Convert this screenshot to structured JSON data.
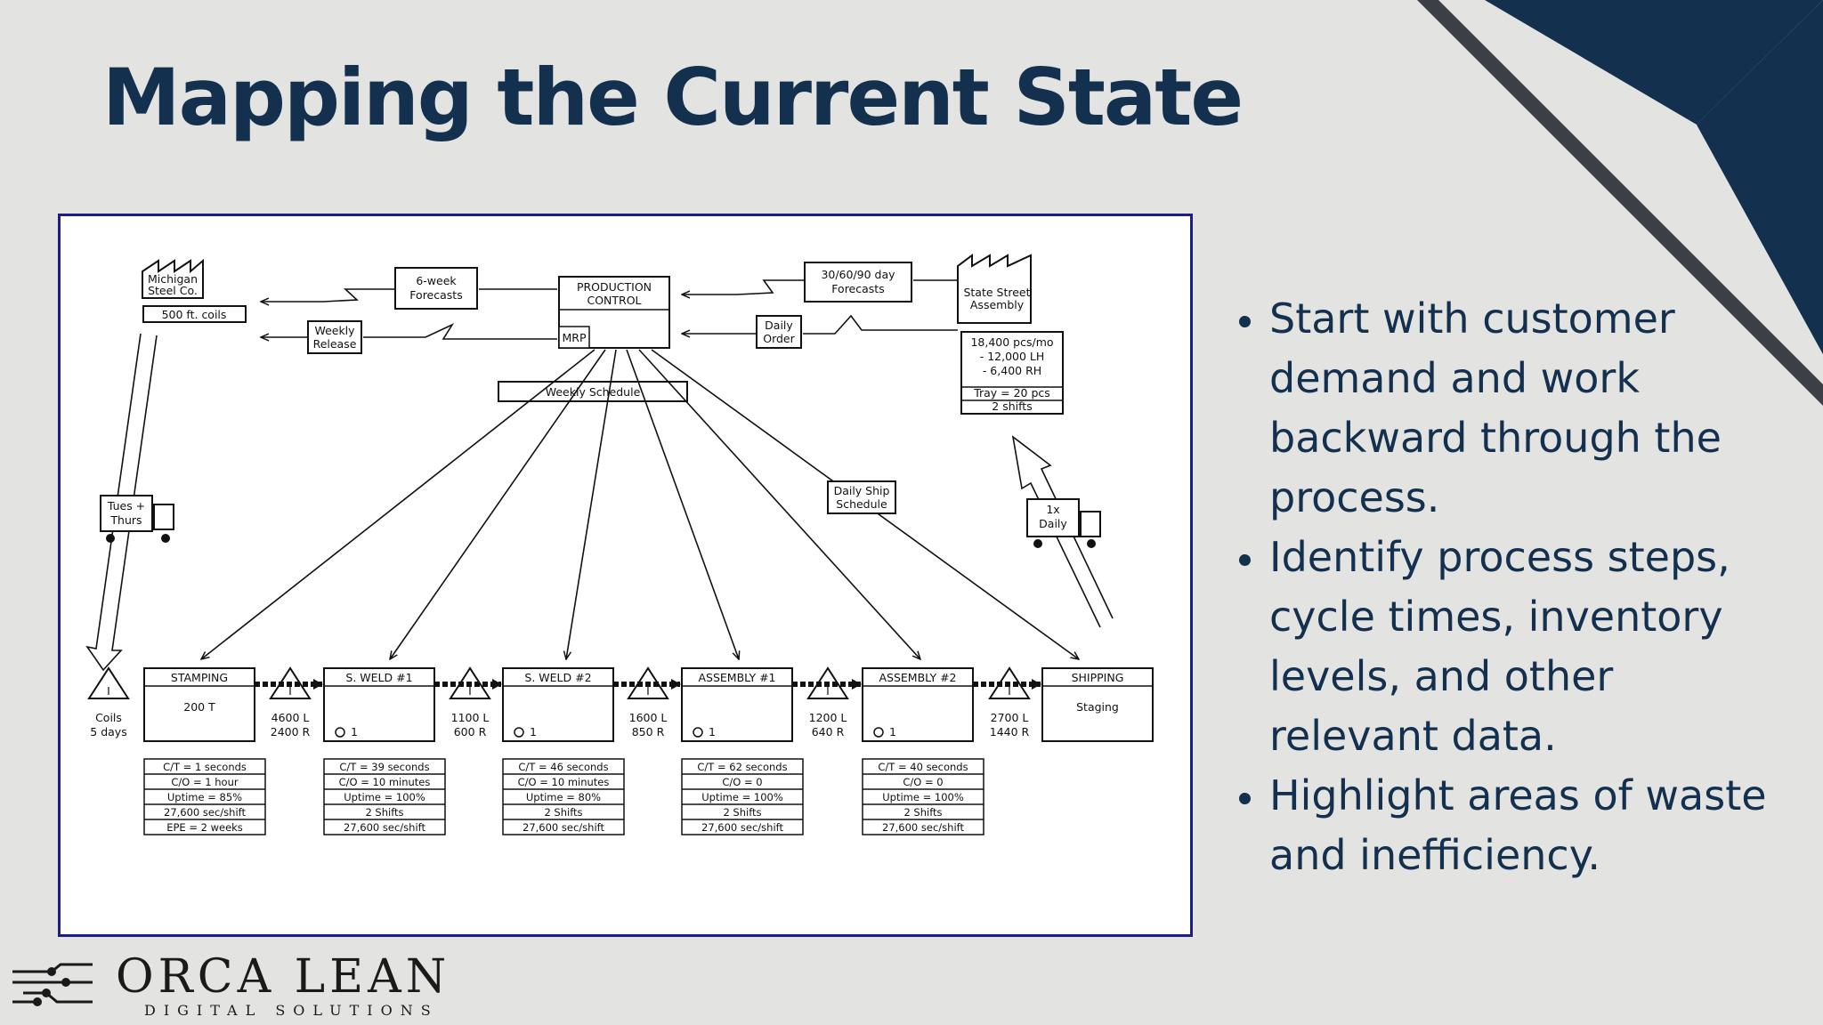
{
  "slide": {
    "title": "Mapping the Current State",
    "colors": {
      "navy": "#14304f",
      "background": "#e3e3e1",
      "frame_border": "#1c1c8c"
    },
    "bullets": [
      "Start with customer demand and work backward through the process.",
      "Identify process steps, cycle times, inventory levels, and other relevant data.",
      "Highlight areas of waste and inefficiency."
    ]
  },
  "logo": {
    "name": "ORCA LEAN",
    "tagline": "DIGITAL SOLUTIONS",
    "icon": "circuit-lines-icon"
  },
  "vsm": {
    "supplier": {
      "line1": "Michigan",
      "line2": "Steel Co.",
      "box": "500 ft. coils"
    },
    "customer": {
      "line1": "State Street",
      "line2": "Assembly",
      "data": [
        "18,400 pcs/mo",
        "- 12,000 LH",
        "- 6,400 RH",
        "Tray = 20 pcs",
        "2 shifts"
      ]
    },
    "production_control": {
      "line1": "PRODUCTION",
      "line2": "CONTROL",
      "mrp": "MRP"
    },
    "flows": {
      "forecast_6week": {
        "line1": "6-week",
        "line2": "Forecasts"
      },
      "weekly_release": {
        "line1": "Weekly",
        "line2": "Release"
      },
      "customer_forecast": {
        "line1": "30/60/90 day",
        "line2": "Forecasts"
      },
      "daily_order": {
        "line1": "Daily",
        "line2": "Order"
      },
      "weekly_schedule": "Weekly Schedule",
      "daily_ship_schedule": {
        "line1": "Daily Ship",
        "line2": "Schedule"
      }
    },
    "trucks": {
      "inbound": {
        "line1": "Tues +",
        "line2": "Thurs"
      },
      "outbound": {
        "line1": "1x",
        "line2": "Daily"
      }
    },
    "processes": [
      {
        "name": "STAMPING",
        "body": "200 T",
        "operator": "",
        "data": [
          "C/T = 1 seconds",
          "C/O = 1 hour",
          "Uptime = 85%",
          "27,600 sec/shift",
          "EPE = 2 weeks"
        ]
      },
      {
        "name": "S. WELD #1",
        "body": "",
        "operator": "1",
        "data": [
          "C/T = 39 seconds",
          "C/O = 10 minutes",
          "Uptime = 100%",
          "2 Shifts",
          "27,600 sec/shift"
        ]
      },
      {
        "name": "S. WELD #2",
        "body": "",
        "operator": "1",
        "data": [
          "C/T = 46 seconds",
          "C/O = 10 minutes",
          "Uptime = 80%",
          "2 Shifts",
          "27,600 sec/shift"
        ]
      },
      {
        "name": "ASSEMBLY #1",
        "body": "",
        "operator": "1",
        "data": [
          "C/T = 62 seconds",
          "C/O = 0",
          "Uptime = 100%",
          "2 Shifts",
          "27,600 sec/shift"
        ]
      },
      {
        "name": "ASSEMBLY #2",
        "body": "",
        "operator": "1",
        "data": [
          "C/T = 40 seconds",
          "C/O = 0",
          "Uptime = 100%",
          "2 Shifts",
          "27,600 sec/shift"
        ]
      },
      {
        "name": "SHIPPING",
        "body": "Staging",
        "operator": "",
        "data": []
      }
    ],
    "inventory": [
      {
        "symbol": "I",
        "line1": "Coils",
        "line2": "5 days"
      },
      {
        "symbol": "I",
        "line1": "4600 L",
        "line2": "2400 R"
      },
      {
        "symbol": "I",
        "line1": "1100 L",
        "line2": "600 R"
      },
      {
        "symbol": "I",
        "line1": "1600 L",
        "line2": "850 R"
      },
      {
        "symbol": "I",
        "line1": "1200 L",
        "line2": "640 R"
      },
      {
        "symbol": "I",
        "line1": "2700 L",
        "line2": "1440 R"
      }
    ]
  }
}
